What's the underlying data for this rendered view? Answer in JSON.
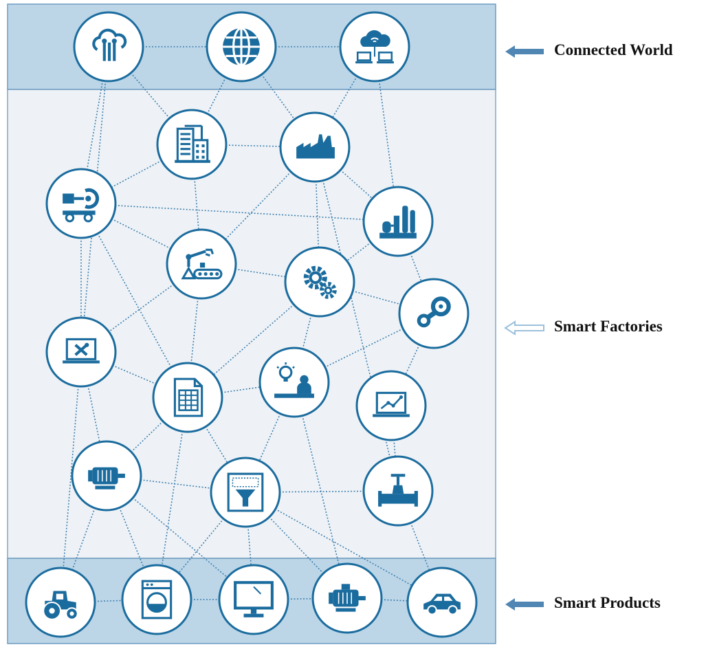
{
  "colors": {
    "band": "#bcd6e8",
    "band_border": "#6f9cc0",
    "panel": "#eef2f6",
    "panel_border": "#7fa6c4",
    "node_fill": "#ffffff",
    "node_stroke": "#1b6c9e",
    "icon": "#1b6c9e",
    "link": "#3f7fae",
    "arrow_solid": "#4f86b4",
    "arrow_outline": "#9cc0dc"
  },
  "labels": {
    "connected_world": "Connected World",
    "smart_factories": "Smart Factories",
    "smart_products": "Smart Products"
  },
  "nodes": [
    {
      "id": "cloud-circuit",
      "icon": "cloud-circuit-icon"
    },
    {
      "id": "globe",
      "icon": "globe-icon"
    },
    {
      "id": "cloud-network",
      "icon": "cloud-network-icon"
    },
    {
      "id": "office-building",
      "icon": "office-building-icon"
    },
    {
      "id": "factory",
      "icon": "factory-icon"
    },
    {
      "id": "robot-cart",
      "icon": "robot-cart-icon"
    },
    {
      "id": "refinery",
      "icon": "refinery-icon"
    },
    {
      "id": "robot-arm-conveyor",
      "icon": "robot-arm-conveyor-icon"
    },
    {
      "id": "gears",
      "icon": "gears-icon"
    },
    {
      "id": "steam",
      "icon": "steam-icon"
    },
    {
      "id": "laptop-tools",
      "icon": "laptop-tools-icon"
    },
    {
      "id": "spreadsheet-doc",
      "icon": "spreadsheet-document-icon"
    },
    {
      "id": "idea-worker",
      "icon": "idea-worker-icon"
    },
    {
      "id": "laptop-chart",
      "icon": "laptop-chart-icon"
    },
    {
      "id": "electric-motor",
      "icon": "electric-motor-icon"
    },
    {
      "id": "filter-panel",
      "icon": "filter-panel-icon"
    },
    {
      "id": "pipe-valve",
      "icon": "pipe-valve-icon"
    },
    {
      "id": "tractor",
      "icon": "tractor-icon"
    },
    {
      "id": "washing-machine",
      "icon": "washing-machine-icon"
    },
    {
      "id": "monitor",
      "icon": "monitor-icon"
    },
    {
      "id": "motor-product",
      "icon": "motor-icon"
    },
    {
      "id": "car",
      "icon": "car-icon"
    }
  ],
  "links": [
    [
      "cloud-circuit",
      "globe"
    ],
    [
      "globe",
      "cloud-network"
    ],
    [
      "cloud-circuit",
      "office-building"
    ],
    [
      "cloud-circuit",
      "robot-cart"
    ],
    [
      "cloud-circuit",
      "laptop-tools"
    ],
    [
      "globe",
      "office-building"
    ],
    [
      "globe",
      "factory"
    ],
    [
      "cloud-network",
      "factory"
    ],
    [
      "cloud-network",
      "refinery"
    ],
    [
      "office-building",
      "factory"
    ],
    [
      "office-building",
      "robot-cart"
    ],
    [
      "office-building",
      "robot-arm-conveyor"
    ],
    [
      "factory",
      "robot-arm-conveyor"
    ],
    [
      "factory",
      "gears"
    ],
    [
      "factory",
      "refinery"
    ],
    [
      "factory",
      "pipe-valve"
    ],
    [
      "robot-cart",
      "refinery"
    ],
    [
      "robot-cart",
      "robot-arm-conveyor"
    ],
    [
      "robot-cart",
      "laptop-tools"
    ],
    [
      "robot-cart",
      "spreadsheet-doc"
    ],
    [
      "refinery",
      "gears"
    ],
    [
      "refinery",
      "steam"
    ],
    [
      "robot-arm-conveyor",
      "gears"
    ],
    [
      "robot-arm-conveyor",
      "laptop-tools"
    ],
    [
      "robot-arm-conveyor",
      "spreadsheet-doc"
    ],
    [
      "gears",
      "steam"
    ],
    [
      "gears",
      "spreadsheet-doc"
    ],
    [
      "gears",
      "idea-worker"
    ],
    [
      "steam",
      "idea-worker"
    ],
    [
      "steam",
      "laptop-chart"
    ],
    [
      "laptop-tools",
      "spreadsheet-doc"
    ],
    [
      "laptop-tools",
      "electric-motor"
    ],
    [
      "laptop-tools",
      "tractor"
    ],
    [
      "spreadsheet-doc",
      "idea-worker"
    ],
    [
      "spreadsheet-doc",
      "electric-motor"
    ],
    [
      "spreadsheet-doc",
      "filter-panel"
    ],
    [
      "spreadsheet-doc",
      "washing-machine"
    ],
    [
      "idea-worker",
      "filter-panel"
    ],
    [
      "idea-worker",
      "motor-product"
    ],
    [
      "laptop-chart",
      "pipe-valve"
    ],
    [
      "electric-motor",
      "filter-panel"
    ],
    [
      "electric-motor",
      "tractor"
    ],
    [
      "electric-motor",
      "monitor"
    ],
    [
      "electric-motor",
      "washing-machine"
    ],
    [
      "filter-panel",
      "pipe-valve"
    ],
    [
      "filter-panel",
      "washing-machine"
    ],
    [
      "filter-panel",
      "monitor"
    ],
    [
      "filter-panel",
      "motor-product"
    ],
    [
      "filter-panel",
      "car"
    ],
    [
      "pipe-valve",
      "car"
    ],
    [
      "tractor",
      "washing-machine"
    ],
    [
      "washing-machine",
      "monitor"
    ],
    [
      "monitor",
      "motor-product"
    ],
    [
      "motor-product",
      "car"
    ]
  ]
}
